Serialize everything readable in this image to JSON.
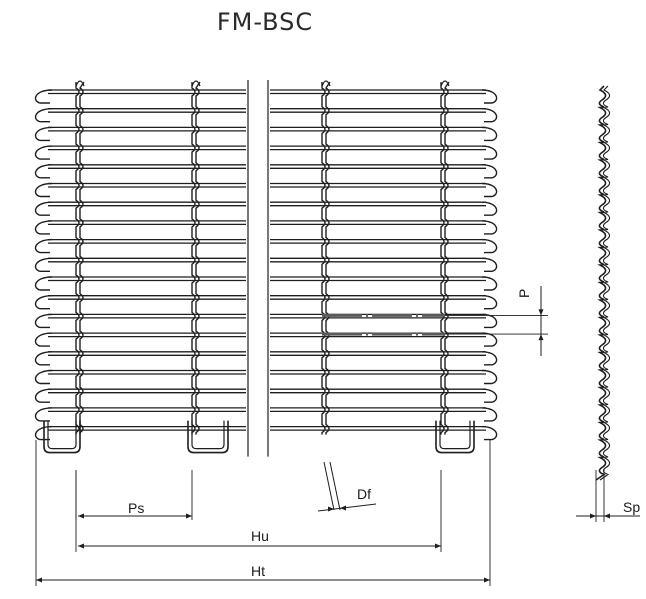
{
  "title": "FM-BSC",
  "labels": {
    "ps": "Ps",
    "hu": "Hu",
    "ht": "Ht",
    "df": "Df",
    "p": "P",
    "sp": "Sp"
  },
  "drawing": {
    "row_count": 19,
    "stroke_color": "#1e1e1e",
    "highlight_color": "#5a5a5a"
  }
}
